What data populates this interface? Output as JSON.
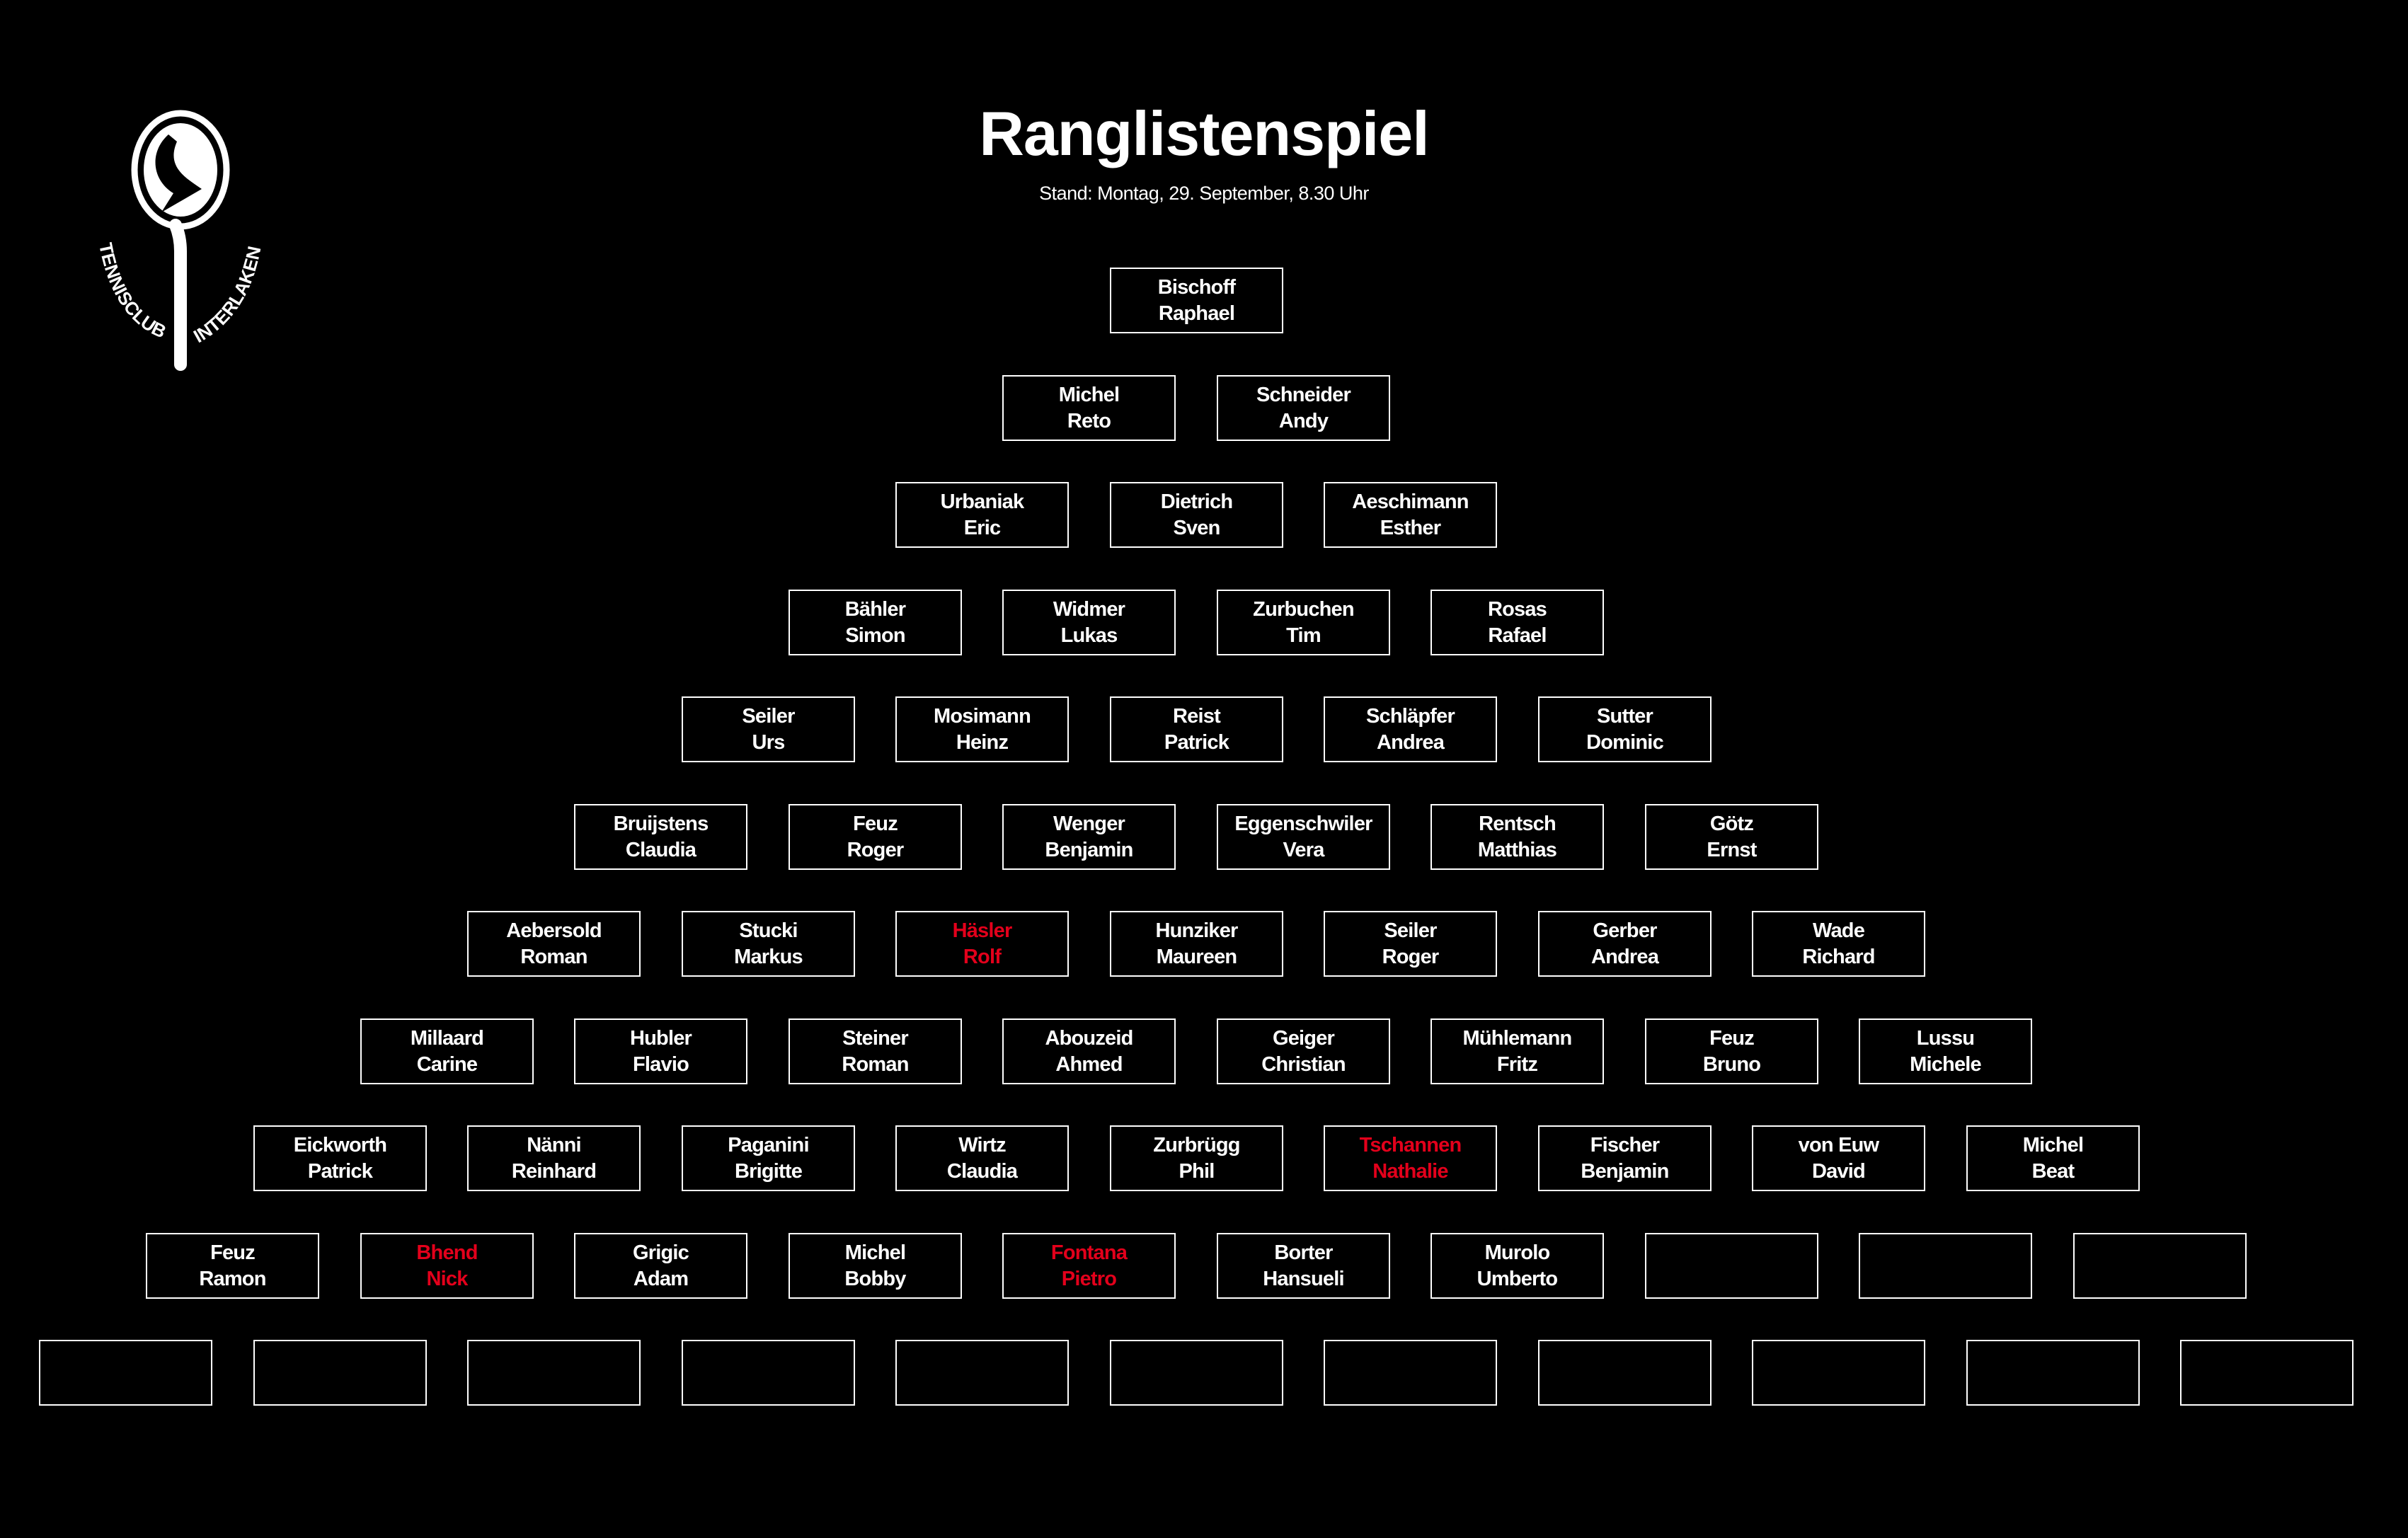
{
  "header": {
    "title": "Ranglistenspiel",
    "subtitle": "Stand: Montag, 29. September, 8.30 Uhr"
  },
  "logo": {
    "text_left": "TENNISCLUB",
    "text_right": "INTERLAKEN"
  },
  "colors": {
    "background": "#000000",
    "text": "#ffffff",
    "highlight": "#e3001b"
  },
  "rows": [
    [
      {
        "last": "Bischoff",
        "first": "Raphael"
      }
    ],
    [
      {
        "last": "Michel",
        "first": "Reto"
      },
      {
        "last": "Schneider",
        "first": "Andy"
      }
    ],
    [
      {
        "last": "Urbaniak",
        "first": "Eric"
      },
      {
        "last": "Dietrich",
        "first": "Sven"
      },
      {
        "last": "Aeschimann",
        "first": "Esther"
      }
    ],
    [
      {
        "last": "Bähler",
        "first": "Simon"
      },
      {
        "last": "Widmer",
        "first": "Lukas"
      },
      {
        "last": "Zurbuchen",
        "first": "Tim"
      },
      {
        "last": "Rosas",
        "first": "Rafael"
      }
    ],
    [
      {
        "last": "Seiler",
        "first": "Urs"
      },
      {
        "last": "Mosimann",
        "first": "Heinz"
      },
      {
        "last": "Reist",
        "first": "Patrick"
      },
      {
        "last": "Schläpfer",
        "first": "Andrea"
      },
      {
        "last": "Sutter",
        "first": "Dominic"
      }
    ],
    [
      {
        "last": "Bruijstens",
        "first": "Claudia"
      },
      {
        "last": "Feuz",
        "first": "Roger"
      },
      {
        "last": "Wenger",
        "first": "Benjamin"
      },
      {
        "last": "Eggenschwiler",
        "first": "Vera"
      },
      {
        "last": "Rentsch",
        "first": "Matthias"
      },
      {
        "last": "Götz",
        "first": "Ernst"
      }
    ],
    [
      {
        "last": "Aebersold",
        "first": "Roman"
      },
      {
        "last": "Stucki",
        "first": "Markus"
      },
      {
        "last": "Häsler",
        "first": "Rolf",
        "highlight": true
      },
      {
        "last": "Hunziker",
        "first": "Maureen"
      },
      {
        "last": "Seiler",
        "first": "Roger"
      },
      {
        "last": "Gerber",
        "first": "Andrea"
      },
      {
        "last": "Wade",
        "first": "Richard"
      }
    ],
    [
      {
        "last": "Millaard",
        "first": "Carine"
      },
      {
        "last": "Hubler",
        "first": "Flavio"
      },
      {
        "last": "Steiner",
        "first": "Roman"
      },
      {
        "last": "Abouzeid",
        "first": "Ahmed"
      },
      {
        "last": "Geiger",
        "first": "Christian"
      },
      {
        "last": "Mühlemann",
        "first": "Fritz"
      },
      {
        "last": "Feuz",
        "first": "Bruno"
      },
      {
        "last": "Lussu",
        "first": "Michele"
      }
    ],
    [
      {
        "last": "Eickworth",
        "first": "Patrick"
      },
      {
        "last": "Nänni",
        "first": "Reinhard"
      },
      {
        "last": "Paganini",
        "first": "Brigitte"
      },
      {
        "last": "Wirtz",
        "first": "Claudia"
      },
      {
        "last": "Zurbrügg",
        "first": "Phil"
      },
      {
        "last": "Tschannen",
        "first": "Nathalie",
        "highlight": true
      },
      {
        "last": "Fischer",
        "first": "Benjamin"
      },
      {
        "last": "von Euw",
        "first": "David"
      },
      {
        "last": "Michel",
        "first": "Beat"
      }
    ],
    [
      {
        "last": "Feuz",
        "first": "Ramon"
      },
      {
        "last": "Bhend",
        "first": "Nick",
        "highlight": true
      },
      {
        "last": "Grigic",
        "first": "Adam"
      },
      {
        "last": "Michel",
        "first": "Bobby"
      },
      {
        "last": "Fontana",
        "first": "Pietro",
        "highlight": true
      },
      {
        "last": "Borter",
        "first": "Hansueli"
      },
      {
        "last": "Murolo",
        "first": "Umberto"
      },
      {
        "last": "",
        "first": ""
      },
      {
        "last": "",
        "first": ""
      },
      {
        "last": "",
        "first": ""
      }
    ],
    [
      {
        "last": "",
        "first": ""
      },
      {
        "last": "",
        "first": ""
      },
      {
        "last": "",
        "first": ""
      },
      {
        "last": "",
        "first": ""
      },
      {
        "last": "",
        "first": ""
      },
      {
        "last": "",
        "first": ""
      },
      {
        "last": "",
        "first": ""
      },
      {
        "last": "",
        "first": ""
      },
      {
        "last": "",
        "first": ""
      },
      {
        "last": "",
        "first": ""
      },
      {
        "last": "",
        "first": ""
      }
    ]
  ]
}
